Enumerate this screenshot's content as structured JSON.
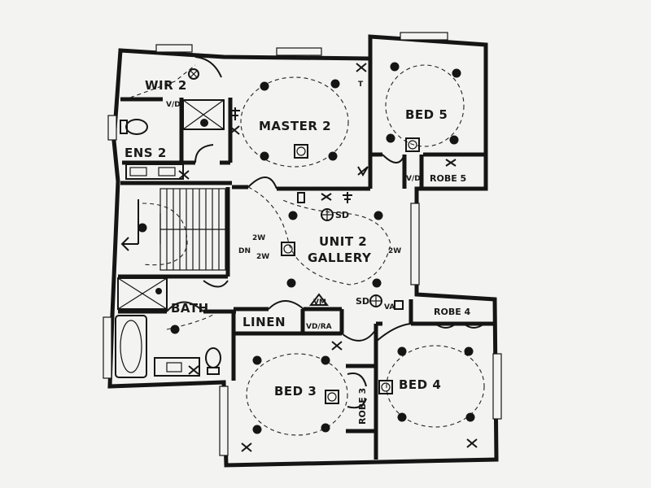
{
  "rooms": {
    "wir": "WIR 2",
    "master": "MASTER 2",
    "bed5": "BED 5",
    "robe5": "ROBE 5",
    "ens": "ENS 2",
    "gallery_line1": "UNIT 2",
    "gallery_line2": "GALLERY",
    "bath": "BATH",
    "linen": "LINEN",
    "robe4": "ROBE 4",
    "bed3": "BED 3",
    "robe3": "ROBE 3",
    "bed4": "BED 4"
  },
  "labels": {
    "vd_ens": "V/D",
    "vd_bed5": "V/D",
    "vd_ra": "VD/RA",
    "vm": "VM",
    "va": "VA",
    "sd_top": "SD",
    "sd_bottom": "SD",
    "dn": "DN",
    "two_way_1": "2W",
    "two_way_2": "2W",
    "two_way_3": "2W",
    "t": "T"
  }
}
